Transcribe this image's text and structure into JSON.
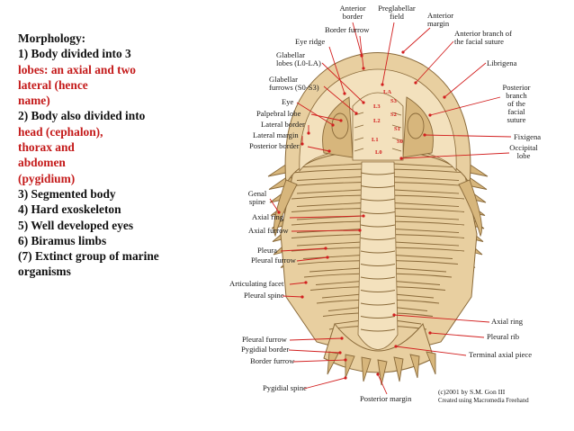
{
  "notes": [
    {
      "text": "Morphology:",
      "red": false
    },
    {
      "text": "1) Body divided into 3",
      "red": false
    },
    {
      "text": "lobes: an axial and two",
      "red": true
    },
    {
      "text": "lateral (hence",
      "red": true
    },
    {
      "text": "name)",
      "red": true
    },
    {
      "text": "2) Body also divided into",
      "red": false
    },
    {
      "text": "head (cephalon),",
      "red": true
    },
    {
      "text": "thorax and",
      "red": true
    },
    {
      "text": "abdomen",
      "red": true
    },
    {
      "text": "(pygidium)",
      "red": true
    },
    {
      "text": "3) Segmented body",
      "red": false
    },
    {
      "text": "4) Hard exoskeleton",
      "red": false
    },
    {
      "text": "5) Well developed eyes",
      "red": false
    },
    {
      "text": "6) Biramus limbs",
      "red": false
    },
    {
      "text": " (7) Extinct group of   marine",
      "red": false
    },
    {
      "text": "organisms",
      "red": false
    }
  ],
  "labels": {
    "anterior_border": [
      "Anterior",
      "border"
    ],
    "preglabellar_field": [
      "Preglabellar",
      "field"
    ],
    "anterior_margin": [
      "Anterior",
      "margin"
    ],
    "border_furrow_top": "Border furrow",
    "anterior_branch": [
      "Anterior branch of",
      "the facial suture"
    ],
    "eye_ridge": "Eye ridge",
    "glabellar_lobes": [
      "Glabellar",
      "lobes (L0-LA)"
    ],
    "librigena": "Librigena",
    "glabellar_furrows": [
      "Glabellar",
      "furrows (S0-S3)"
    ],
    "posterior_branch": [
      "Posterior",
      "branch",
      "of the",
      "facial",
      "suture"
    ],
    "eye": "Eye",
    "palpebral_lobe": "Palpebral lobe",
    "lateral_border": "Lateral border",
    "lateral_margin": "Lateral margin",
    "posterior_border": "Posterior border",
    "fixigena": "Fixigena",
    "occipital_lobe": [
      "Occipital",
      "lobe"
    ],
    "genal_spine": [
      "Genal",
      "spine"
    ],
    "axial_ring_left": "Axial ring",
    "axial_furrow": "Axial furrow",
    "pleura": "Pleura",
    "pleural_furrow_left": "Pleural furrow",
    "articulating_facet": "Articulating facet",
    "pleural_spine": "Pleural spine",
    "axial_ring_right": "Axial ring",
    "pleural_rib": "Pleural rib",
    "pleural_furrow_bottom": "Pleural furrow",
    "pygidial_border": "Pygidial border",
    "border_furrow_bottom": "Border furrow",
    "terminal_axial_piece": "Terminal axial piece",
    "pygidial_spine": "Pygidial spine",
    "posterior_margin": "Posterior margin",
    "lobe_codes": [
      "LA",
      "S3",
      "L3",
      "S2",
      "L2",
      "S1",
      "L1",
      "S0",
      "L0"
    ]
  },
  "credit": [
    "(c)2001 by S.M. Gon III",
    "Created using Macromedia Freehand"
  ]
}
